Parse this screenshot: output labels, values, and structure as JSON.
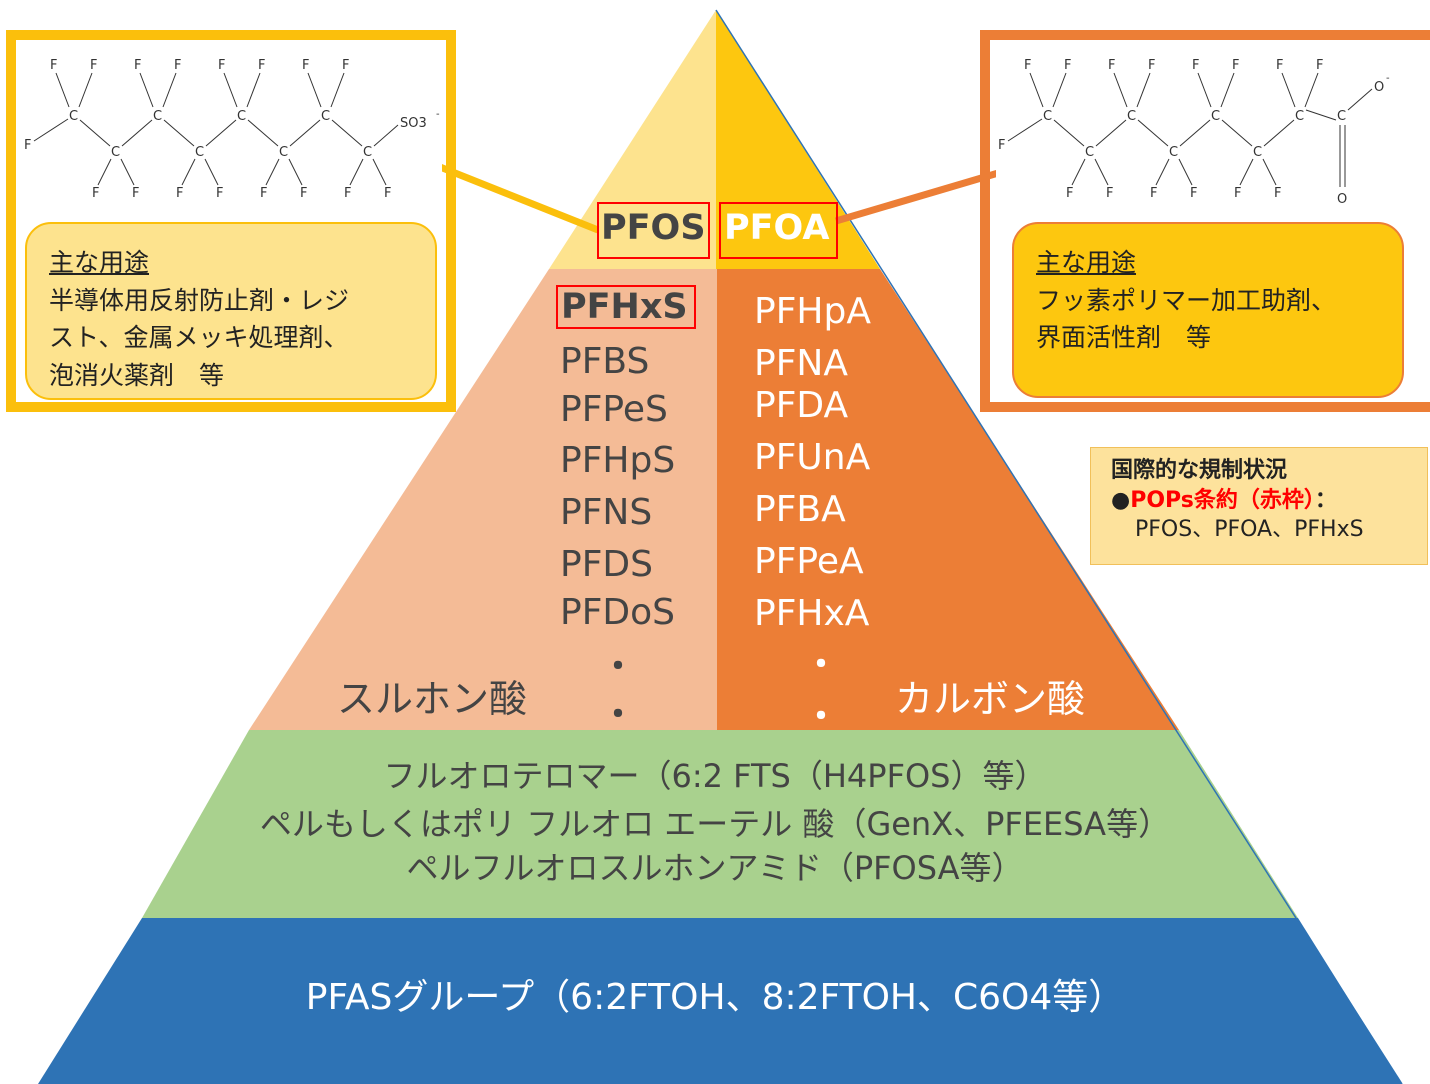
{
  "pyramid": {
    "top": {
      "left_label": "PFOS",
      "right_label": "PFOA"
    },
    "middle": {
      "sulfonic_title": "スルホン酸",
      "carboxylic_title": "カルボン酸",
      "sulfonic_list": [
        "PFHxS",
        "PFBS",
        "PFPeS",
        "PFHpS",
        "PFNS",
        "PFDS",
        "PFDoS"
      ],
      "carboxylic_list": [
        "PFHpA",
        "PFNA",
        "PFDA",
        "PFUnA",
        "PFBA",
        "PFPeA",
        "PFHxA"
      ],
      "ellipsis": "・"
    },
    "green_lines": [
      "フルオロテロマー（6:2 FTS（H4PFOS）等）",
      "ペルもしくはポリ フルオロ エーテル 酸（GenX、PFEESA等）",
      "ペルフルオロスルホンアミド（PFOSA等）"
    ],
    "base_text": "PFASグループ（6:2FTOH、8:2FTOH、C6O4等）"
  },
  "left_panel": {
    "uses_title": "主な用途",
    "uses_lines": [
      "半導体用反射防止剤・レジ",
      "スト、金属メッキ処理剤、",
      "泡消火薬剤　等"
    ],
    "structure": {
      "top_atoms": [
        "F",
        "F",
        "F",
        "F",
        "F",
        "F",
        "F",
        "F"
      ],
      "bottom_atoms": [
        "F",
        "F",
        "F",
        "F",
        "F",
        "F",
        "F",
        "F"
      ],
      "carbon": "C",
      "end_group": "SO3",
      "end_charge": "-",
      "left_atom": "F"
    }
  },
  "right_panel": {
    "uses_title": "主な用途",
    "uses_lines": [
      "フッ素ポリマー加工助剤、",
      "界面活性剤　等"
    ],
    "structure": {
      "top_atoms": [
        "F",
        "F",
        "F",
        "F",
        "F",
        "F",
        "F",
        "F"
      ],
      "bottom_atoms": [
        "F",
        "F",
        "F",
        "F",
        "F",
        "F"
      ],
      "carbon": "C",
      "end_group": "O",
      "end_charge": "-",
      "oxo": "O",
      "left_atom": "F"
    }
  },
  "regulation": {
    "title": "国際的な規制状況",
    "bullet": "●",
    "pops_label": "POPs条約（赤枠）",
    "colon": "：",
    "substances": "PFOS、PFOA、PFHxS"
  },
  "colors": {
    "top_left": "#fde38e",
    "top_right": "#fdc70f",
    "middle_left": "#f4bb96",
    "middle_right": "#ec7e36",
    "green": "#a9d18e",
    "blue": "#2e73b5",
    "left_frame": "#fbbf0c",
    "right_frame": "#ec7e36",
    "pop_frame": "#ff0000"
  }
}
